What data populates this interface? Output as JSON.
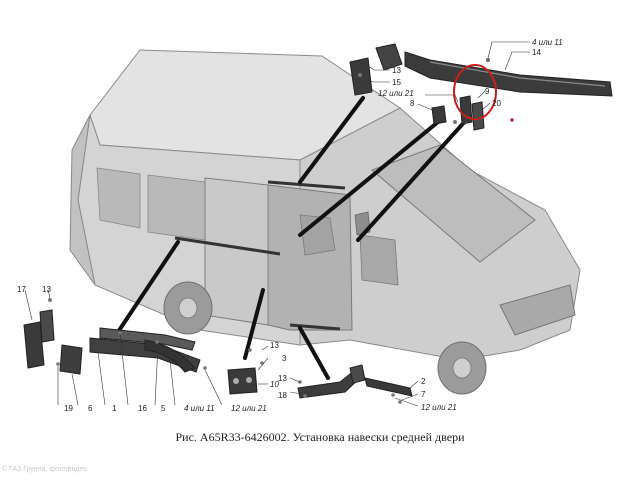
{
  "caption": "Рис. A65R33-6426002. Установка навески средней двери",
  "watermark": "© ГАЗ Группа, фото/видео",
  "callouts": {
    "c4or11_top": "4 или 11",
    "c14": "14",
    "c13_top": "13",
    "c15": "15",
    "c12or21_top": "12 или 21",
    "c9": "9",
    "c8": "8",
    "c20": "20",
    "c17": "17",
    "c13_left": "13",
    "c19": "19",
    "c6": "6",
    "c1": "1",
    "c16": "16",
    "c5": "5",
    "c4or11_bottom": "4 или 11",
    "c12or21_mid": "12 или 21",
    "c13_mid": "13",
    "c3": "3",
    "c10": "10",
    "c18": "18",
    "c13_low": "13",
    "c2": "2",
    "c7": "7",
    "c12or21_bottom": "12 или 21"
  },
  "colors": {
    "body": "#d4d4d4",
    "body_dark": "#9a9a9a",
    "lines": "#4a4a4a",
    "part": "#3a3a3a",
    "highlight": "#c8201e"
  }
}
